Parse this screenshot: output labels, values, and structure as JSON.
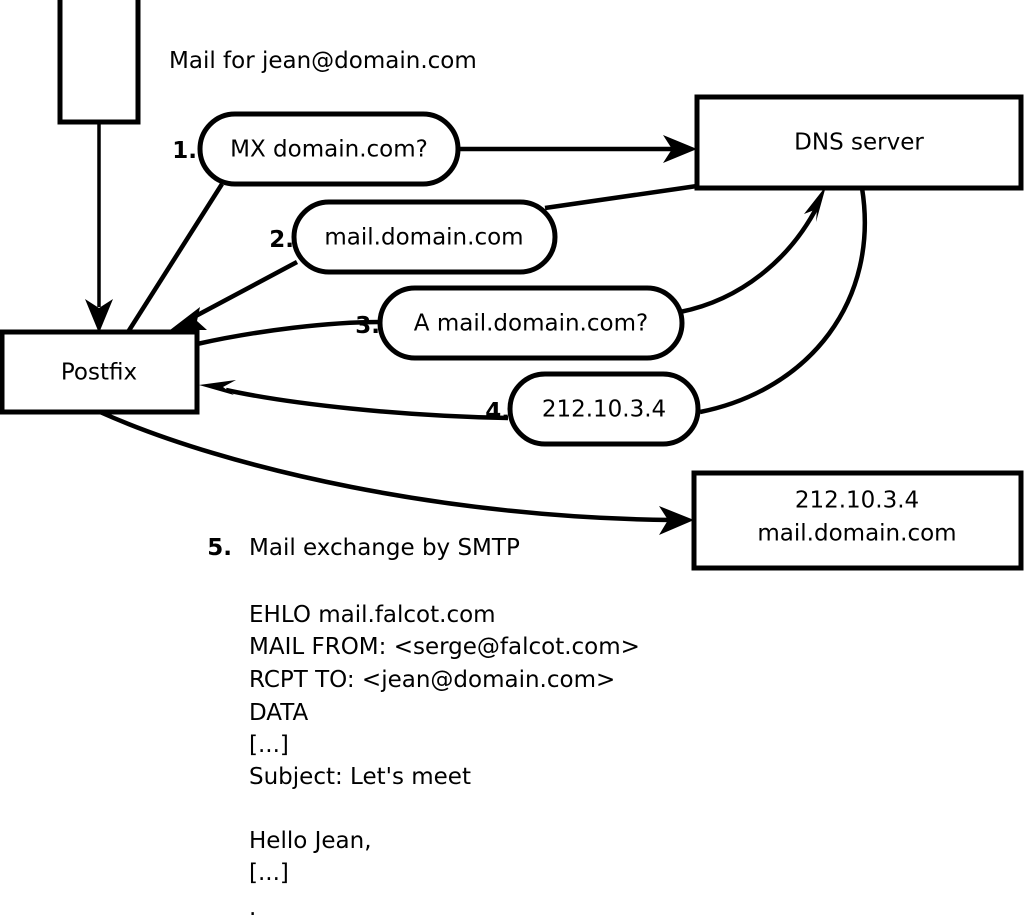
{
  "diagram": {
    "title_note": "Mail for jean@domain.com",
    "nodes": {
      "sender_box": {
        "label": ""
      },
      "postfix": {
        "label": "Postfix"
      },
      "dns_server": {
        "label": "DNS server"
      },
      "target_server": {
        "line1": "212.10.3.4",
        "line2": "mail.domain.com"
      }
    },
    "steps": [
      {
        "num": "1.",
        "label": "MX domain.com?"
      },
      {
        "num": "2.",
        "label": "mail.domain.com"
      },
      {
        "num": "3.",
        "label": "A mail.domain.com?"
      },
      {
        "num": "4.",
        "label": "212.10.3.4"
      },
      {
        "num": "5.",
        "label": "Mail exchange by SMTP"
      }
    ],
    "smtp_transcript": [
      "EHLO mail.falcot.com",
      "MAIL FROM: <serge@falcot.com>",
      "RCPT TO: <jean@domain.com>",
      "DATA",
      "[...]",
      "Subject: Let's meet",
      "",
      "Hello Jean,",
      "[...]",
      "."
    ],
    "colors": {
      "stroke": "#000000",
      "fill": "#ffffff",
      "text": "#000000"
    }
  }
}
